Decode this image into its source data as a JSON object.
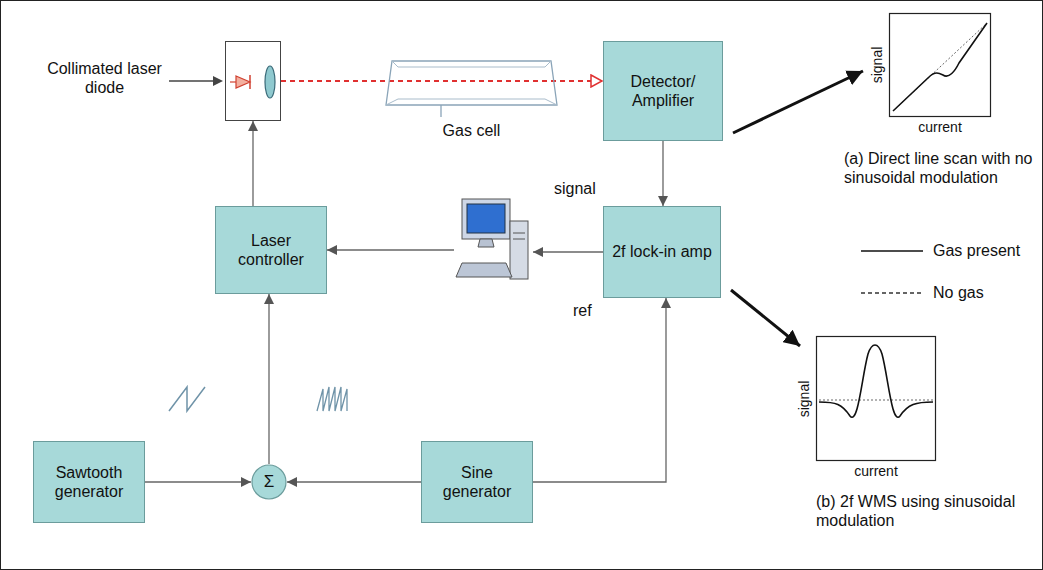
{
  "diagram": {
    "nodes": [
      {
        "text": [
          "Collimated laser diode"
        ]
      },
      {
        "text": [
          "Gas cell"
        ]
      },
      {
        "text": [
          "Detector/ Amplifier"
        ]
      },
      {
        "text": [
          "Laser controller"
        ]
      },
      {
        "text": []
      },
      {
        "text": [
          "2f lock-in amp"
        ]
      },
      {
        "text": [
          "Sawtooth generator"
        ]
      },
      {
        "text": [
          "Σ"
        ]
      },
      {
        "text": [
          "Sine generator"
        ]
      },
      {
        "text": [
          "signal",
          "current",
          "(a) Direct line scan with no sinusoidal modulation"
        ]
      },
      {
        "text": [
          "signal",
          "current",
          "(b) 2f WMS using sinusoidal modulation"
        ]
      }
    ],
    "edges": [
      {
        "from": 0,
        "to": 2,
        "arrow": "to"
      },
      {
        "from": 2,
        "to": 5,
        "arrow": "to"
      },
      {
        "from": 5,
        "to": 4,
        "arrow": "to"
      },
      {
        "from": 4,
        "to": 3,
        "arrow": "to"
      },
      {
        "from": 3,
        "to": 0,
        "arrow": "to"
      },
      {
        "from": 6,
        "to": 7,
        "arrow": "to"
      },
      {
        "from": 8,
        "to": 7,
        "arrow": "to"
      },
      {
        "from": 7,
        "to": 3,
        "arrow": "to"
      },
      {
        "from": 8,
        "to": 5,
        "arrow": "to"
      },
      {
        "from": 2,
        "to": 9,
        "arrow": "to"
      },
      {
        "from": 5,
        "to": 10,
        "arrow": "to"
      }
    ],
    "labels": [
      "signal",
      "ref"
    ],
    "legend": [
      {
        "text": "Gas present"
      },
      {
        "text": "No gas"
      }
    ]
  }
}
